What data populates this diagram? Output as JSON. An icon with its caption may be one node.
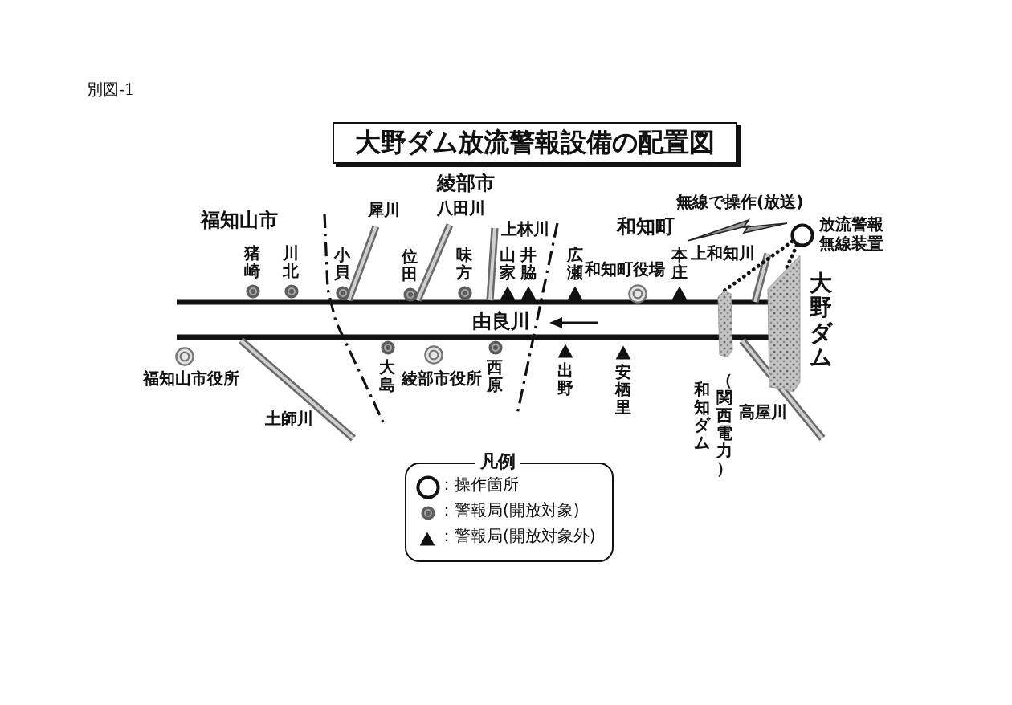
{
  "diagram": {
    "title": "大野ダム放流警報設備の配置図",
    "nodes": [
      {
        "text": [],
        "shape": "ring",
        "beside": [
          "放流警報無線装置"
        ]
      },
      {
        "text": [],
        "shape": "dot",
        "beside": [
          "猪崎"
        ]
      },
      {
        "text": [],
        "shape": "dot",
        "beside": [
          "川北"
        ]
      },
      {
        "text": [],
        "shape": "dot",
        "beside": [
          "小貝"
        ]
      },
      {
        "text": [],
        "shape": "dot",
        "beside": [
          "位田"
        ]
      },
      {
        "text": [],
        "shape": "dot",
        "beside": [
          "味方"
        ]
      },
      {
        "text": [],
        "shape": "triangle",
        "beside": [
          "山家"
        ]
      },
      {
        "text": [],
        "shape": "triangle",
        "beside": [
          "井脇"
        ]
      },
      {
        "text": [],
        "shape": "triangle",
        "beside": [
          "広瀬"
        ]
      },
      {
        "text": [],
        "shape": "circle",
        "beside": [
          "和知町役場"
        ]
      },
      {
        "text": [],
        "shape": "triangle",
        "beside": [
          "本庄"
        ]
      },
      {
        "text": [],
        "shape": "bar",
        "beside": [
          "和知ダム",
          "（関西電力）"
        ]
      },
      {
        "text": [],
        "shape": "bar",
        "beside": [
          "大野ダム"
        ]
      },
      {
        "text": [],
        "shape": "dot",
        "beside": [
          "大島"
        ]
      },
      {
        "text": [],
        "shape": "circle",
        "beside": [
          "福知山市役所"
        ]
      },
      {
        "text": [],
        "shape": "circle",
        "beside": [
          "綾部市役所"
        ]
      },
      {
        "text": [],
        "shape": "dot",
        "beside": [
          "西原"
        ]
      },
      {
        "text": [],
        "shape": "triangle",
        "beside": [
          "出野"
        ]
      },
      {
        "text": [],
        "shape": "triangle",
        "beside": [
          "安栖里"
        ]
      }
    ],
    "edges": [
      {
        "from": 0,
        "to": 12,
        "arrow": "none",
        "style": "dashed"
      },
      {
        "from": 0,
        "to": 11,
        "arrow": "none",
        "style": "dashed"
      }
    ],
    "labels": [
      "別図-1",
      "綾部市",
      "犀川",
      "八田川",
      "福知山市",
      "和知町",
      "無線で操作(放送)",
      "上林川",
      "上和知川",
      "由良川",
      "高屋川",
      "土師川",
      "凡例"
    ],
    "legend": [
      {
        "text": "：操作箇所"
      },
      {
        "text": "：警報局(開放対象)"
      },
      {
        "text": "：警報局(開放対象外)"
      }
    ]
  }
}
